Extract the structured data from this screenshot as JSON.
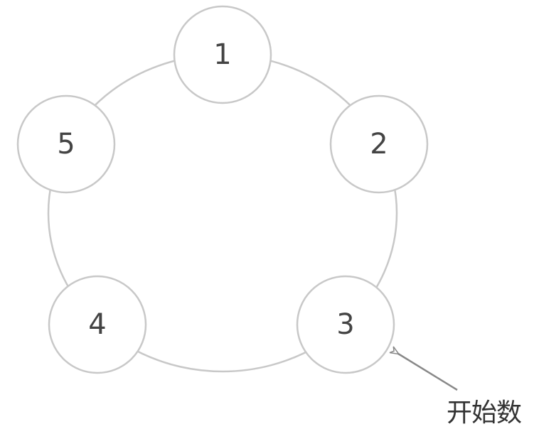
{
  "diagram": {
    "nodes": [
      {
        "label": "1"
      },
      {
        "label": "2"
      },
      {
        "label": "3"
      },
      {
        "label": "4"
      },
      {
        "label": "5"
      }
    ],
    "start_label": "开始数",
    "start_node": "3",
    "colors": {
      "stroke": "#c8c8c8",
      "text": "#444444",
      "arrow": "#888888"
    }
  }
}
